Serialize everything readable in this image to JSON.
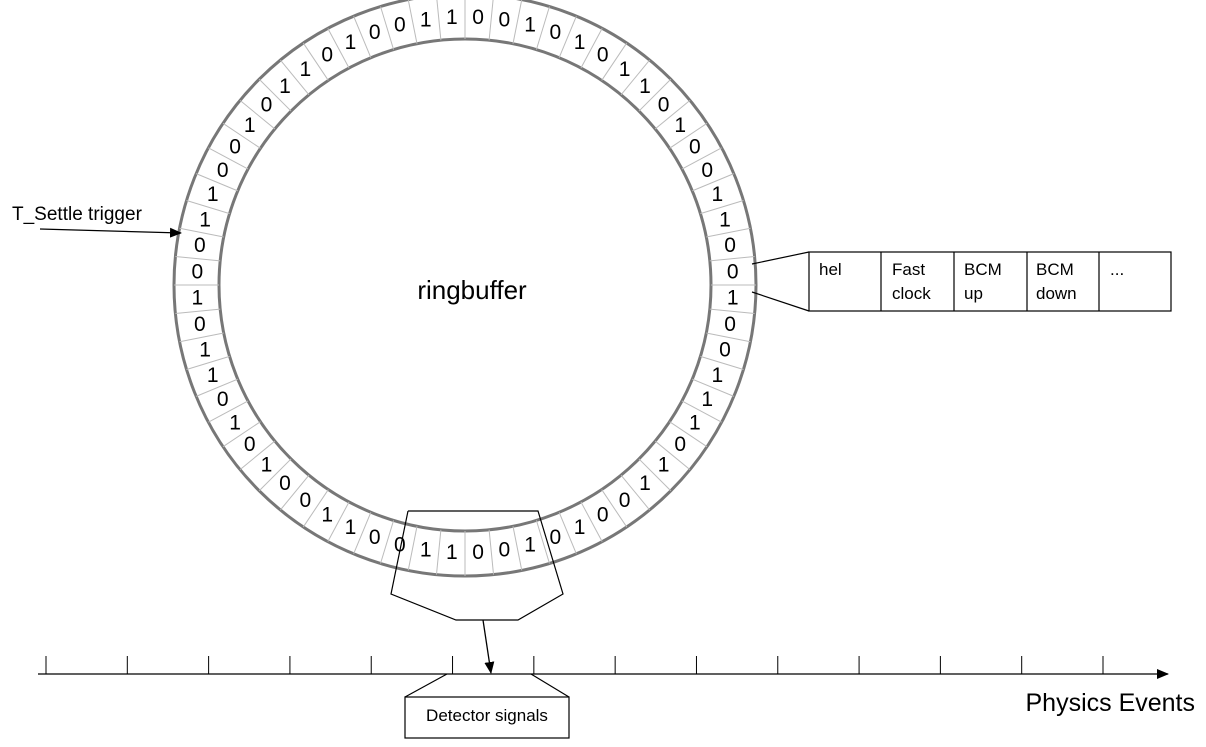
{
  "ring": {
    "label": "ringbuffer",
    "bits": [
      "1",
      "1",
      "0",
      "0",
      "1",
      "1",
      "0",
      "0",
      "1",
      "0",
      "1",
      "0",
      "1",
      "1",
      "0",
      "1",
      "0",
      "0",
      "1",
      "1",
      "0",
      "0",
      "1",
      "0",
      "1",
      "1",
      "0",
      "1",
      "0",
      "0",
      "1",
      "1",
      "0",
      "0",
      "1",
      "0",
      "1",
      "0",
      "1",
      "1",
      "0",
      "1",
      "0",
      "0",
      "1",
      "1",
      "0",
      "0",
      "1",
      "0",
      "0",
      "1",
      "1",
      "1",
      "0",
      "1",
      "1",
      "0",
      "0",
      "1",
      "0",
      "1",
      "0",
      "0"
    ]
  },
  "trigger": {
    "label": "T_Settle trigger"
  },
  "data_record": {
    "cells": [
      {
        "line1": "hel",
        "line2": ""
      },
      {
        "line1": "Fast",
        "line2": "clock"
      },
      {
        "line1": "BCM",
        "line2": "up"
      },
      {
        "line1": "BCM",
        "line2": "down"
      },
      {
        "line1": "...",
        "line2": ""
      }
    ]
  },
  "detector": {
    "label": "Detector signals"
  },
  "axis": {
    "label": "Physics Events",
    "tick_count": 14
  }
}
